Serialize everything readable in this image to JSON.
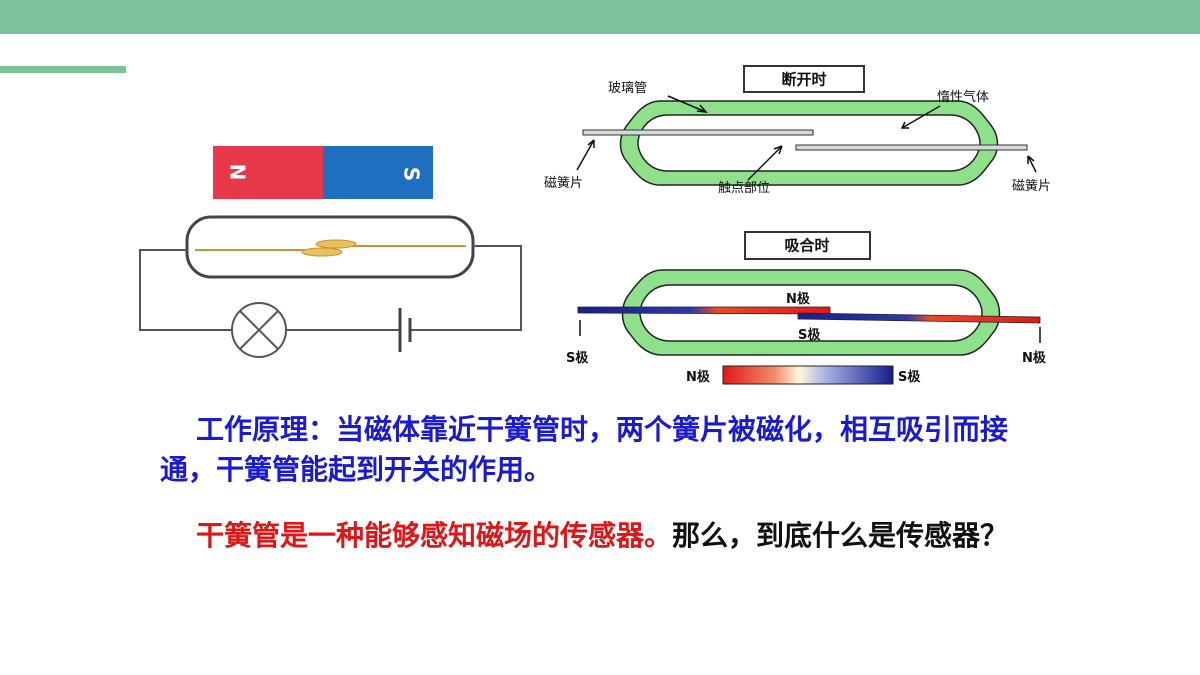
{
  "magnet": {
    "north": "N",
    "south": "S"
  },
  "open_state": {
    "title": "断开时",
    "labels": {
      "glass_tube": "玻璃管",
      "inert_gas": "惰性气体",
      "reed_left": "磁簧片",
      "contact": "触点部位",
      "reed_right": "磁簧片"
    }
  },
  "closed_state": {
    "title": "吸合时",
    "labels": {
      "n_pole_top": "N极",
      "s_pole_mid": "S极",
      "s_pole_left": "S极",
      "n_pole_right": "N极",
      "legend_n": "N极",
      "legend_s": "S极"
    }
  },
  "colors": {
    "accent": "#7dc19a",
    "magnet_north": "#e8394a",
    "magnet_south": "#1f6fc0",
    "tube_green": "#8fe08a",
    "text_blue": "#1a1ad0",
    "text_red": "#e01515"
  },
  "paragraph1": "工作原理：当磁体靠近干簧管时，两个簧片被磁化，相互吸引而接通，干簧管能起到开关的作用。",
  "paragraph2": {
    "red": "干簧管是一种能够感知磁场的传感器。",
    "black": "那么，到底什么是传感器？"
  }
}
